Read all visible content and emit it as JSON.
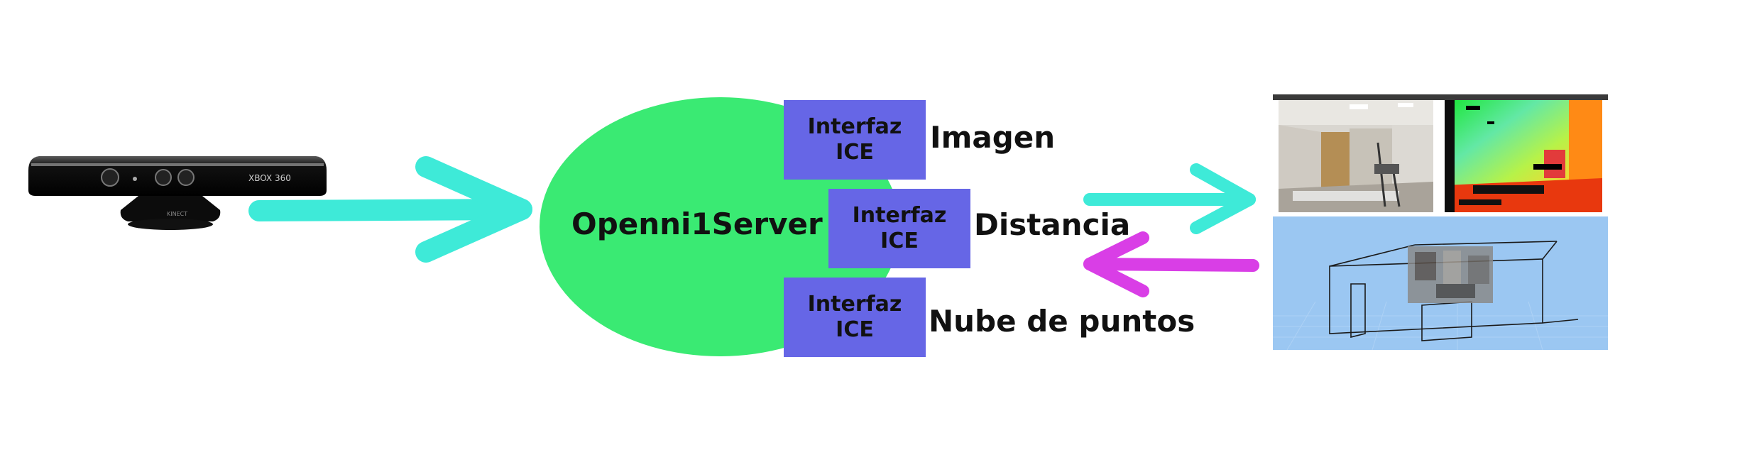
{
  "server": {
    "name": "Openni1Server",
    "color": "#3aea73"
  },
  "ice_box_color": "#6666e6",
  "interfaces": [
    {
      "line1": "Interfaz",
      "line2": "ICE",
      "output": "Imagen"
    },
    {
      "line1": "Interfaz",
      "line2": "ICE",
      "output": "Distancia"
    },
    {
      "line1": "Interfaz",
      "line2": "ICE",
      "output": "Nube de puntos"
    }
  ],
  "device": {
    "brand_text": "XBOX 360",
    "sub_text": "KINECT"
  },
  "arrows": {
    "input_color": "#3eead8",
    "return_color": "#d93ee6"
  }
}
